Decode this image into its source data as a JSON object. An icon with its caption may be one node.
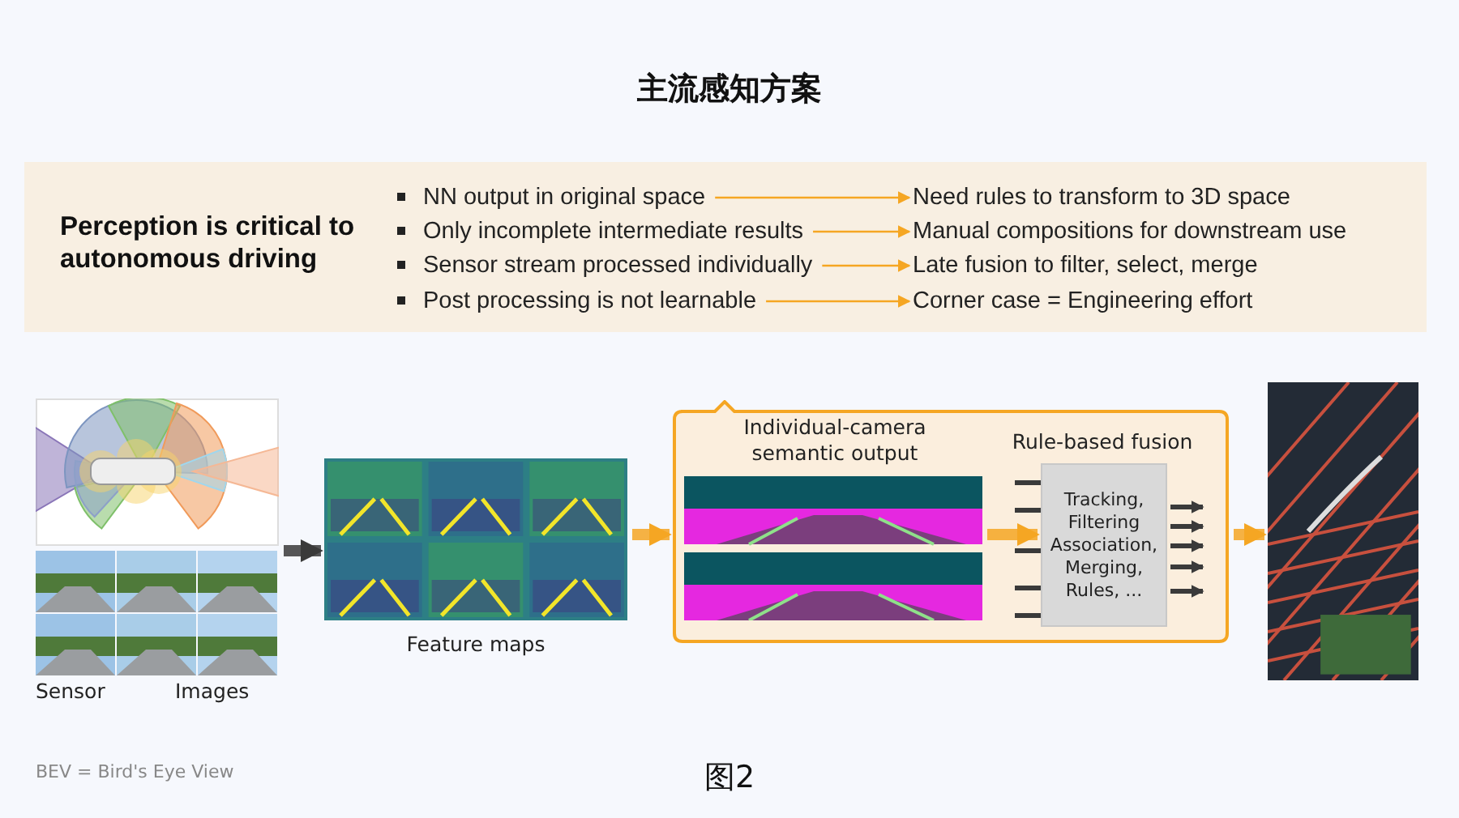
{
  "diagram": {
    "title": "主流感知方案",
    "caption": "图2",
    "nodes": [
      {
        "text": [
          "Perception is critical to autonomous driving"
        ]
      },
      {
        "text": [
          "NN output in original space"
        ],
        "in": 0
      },
      {
        "text": [
          "Only incomplete intermediate results"
        ],
        "in": 0
      },
      {
        "text": [
          "Sensor stream processed individually"
        ],
        "in": 0
      },
      {
        "text": [
          "Post processing is not learnable"
        ],
        "in": 0
      },
      {
        "text": [
          "Need rules to transform to 3D space"
        ],
        "in": 0
      },
      {
        "text": [
          "Manual compositions for downstream use"
        ],
        "in": 0
      },
      {
        "text": [
          "Late fusion to filter, select, merge"
        ],
        "in": 0
      },
      {
        "text": [
          "Corner case = Engineering effort"
        ],
        "in": 0
      },
      {
        "text": [],
        "shape": "picture",
        "beside": [
          "Sensor",
          "Images"
        ]
      },
      {
        "text": [],
        "shape": "picture",
        "beside": [
          "Feature maps"
        ]
      },
      {
        "text": [],
        "shape": "box"
      },
      {
        "text": [],
        "shape": "picture",
        "in": 11,
        "beside": [
          "Individual-camera semantic output"
        ]
      },
      {
        "text": [
          "Tracking, Filtering Association, Merging, Rules, ..."
        ],
        "in": 11
      },
      {
        "text": [],
        "shape": "picture"
      }
    ],
    "edges": [
      {
        "from": 1,
        "to": 5,
        "arrow": "to",
        "color": "#f5a623"
      },
      {
        "from": 2,
        "to": 6,
        "arrow": "to",
        "color": "#f5a623"
      },
      {
        "from": 3,
        "to": 7,
        "arrow": "to",
        "color": "#f5a623"
      },
      {
        "from": 4,
        "to": 8,
        "arrow": "to",
        "color": "#f5a623"
      },
      {
        "from": 9,
        "to": 10,
        "arrow": "to",
        "style": "thick"
      },
      {
        "from": 10,
        "to": 11,
        "arrow": "to",
        "style": "thick",
        "color": "#f5a623"
      },
      {
        "from": 12,
        "to": 13,
        "arrow": "to",
        "style": "thick",
        "color": "#f5a623"
      },
      {
        "from": 11,
        "to": 14,
        "arrow": "to",
        "style": "thick",
        "color": "#f5a623"
      },
      {
        "from": null,
        "to": 13,
        "arrow": "none"
      },
      {
        "from": null,
        "to": 13,
        "arrow": "none"
      },
      {
        "from": null,
        "to": 13,
        "arrow": "none"
      },
      {
        "from": null,
        "to": 13,
        "arrow": "none"
      },
      {
        "from": null,
        "to": 13,
        "arrow": "none"
      },
      {
        "from": 13,
        "to": null,
        "arrow": "to"
      },
      {
        "from": 13,
        "to": null,
        "arrow": "to"
      },
      {
        "from": 13,
        "to": null,
        "arrow": "to"
      },
      {
        "from": 13,
        "to": null,
        "arrow": "to"
      },
      {
        "from": 13,
        "to": null,
        "arrow": "to"
      }
    ],
    "labels": [
      "Rule-based fusion",
      "BEV = Bird's Eye View"
    ]
  }
}
